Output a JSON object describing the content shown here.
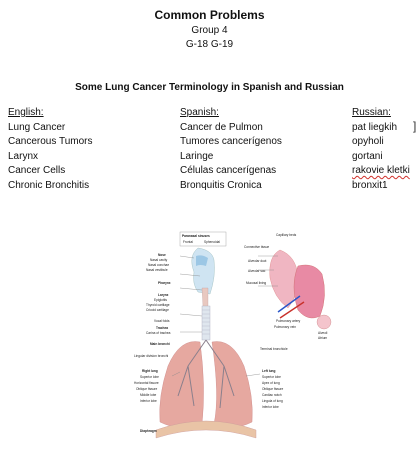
{
  "header": {
    "title": "Common Problems",
    "group": "Group 4",
    "codes": "G-18 G-19"
  },
  "subtitle": "Some Lung Cancer Terminology in Spanish and Russian",
  "columns": {
    "english": {
      "heading": "English:",
      "terms": [
        "Lung Cancer",
        "Cancerous Tumors",
        "Larynx",
        "Cancer Cells",
        "Chronic Bronchitis"
      ]
    },
    "spanish": {
      "heading": "Spanish:",
      "terms": [
        "Cancer de Pulmon",
        "Tumores cancerígenos",
        "Laringe",
        "Células cancerígenas",
        "Bronquitis Cronica"
      ]
    },
    "russian": {
      "heading": "Russian:",
      "terms": [
        "pat liegkih",
        "opyholi",
        "gortani",
        "rakovie kletki",
        "bronxit1"
      ]
    }
  },
  "diagram": {
    "labels_left": {
      "paranasal_sinuses": "Paranasal sinuses",
      "frontal": "Frontal",
      "sphenoidal": "Sphenoidal",
      "nose": "Nose",
      "nasal_cavity": "Nasal cavity",
      "nasal_conchae": "Nasal conchae",
      "nasal_vestibule": "Nasal vestibule",
      "pharynx": "Pharynx",
      "larynx": "Larynx",
      "epiglottis": "Epiglottis",
      "thyroid_cartilage": "Thyroid cartilage",
      "cricoid_cartilage": "Cricoid cartilage",
      "vocal_folds": "Vocal folds",
      "trachea": "Trachea",
      "carina": "Carina of trachea",
      "main_bronchi": "Main bronchi",
      "lingular_division_bronchi": "Lingular division bronchi",
      "right_lung": "Right lung",
      "superior_lobe": "Superior lobe",
      "horizontal_fissure": "Horizontal fissure",
      "oblique_fissure": "Oblique fissure",
      "middle_lobe": "Middle lobe",
      "inferior_lobe": "Inferior lobe",
      "diaphragm": "Diaphragm"
    },
    "labels_right": {
      "capillary_beds": "Capillary beds",
      "connective_tissue": "Connective tissue",
      "alveolar_duct": "Alveolar duct",
      "alveolar_sac": "Alveolar sac",
      "mucosal_lining": "Mucosal lining",
      "pulmonary_artery": "Pulmonary artery",
      "pulmonary_vein": "Pulmonary vein",
      "alveoli": "Alveoli",
      "atrium": "Atrium",
      "terminal_bronchiole": "Terminal bronchiole",
      "left_lung": "Left lung",
      "l_superior_lobe": "Superior lobe",
      "apex_of_lung": "Apex of lung",
      "l_oblique_fissure": "Oblique fissure",
      "cardiac_notch": "Cardiac notch",
      "lingula": "Lingula of lung",
      "l_inferior_lobe": "Inferior lobe"
    }
  }
}
